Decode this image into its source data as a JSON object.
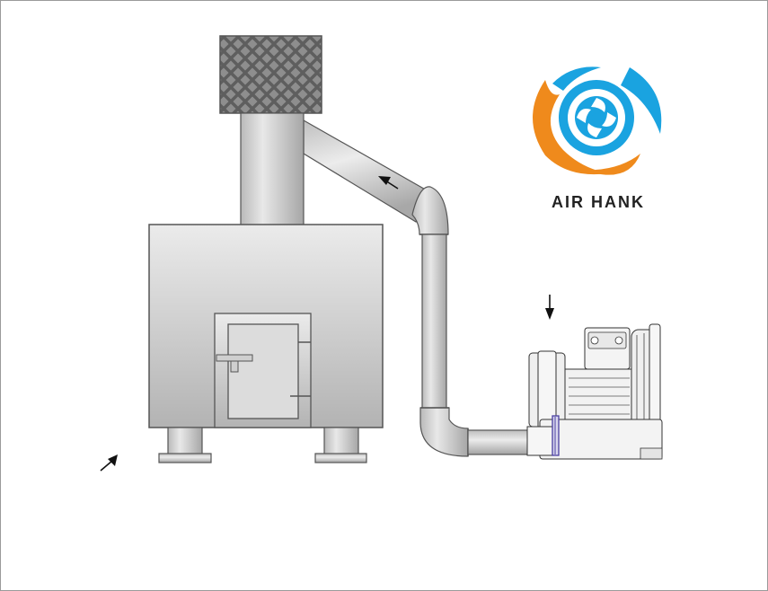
{
  "brand": {
    "name": "AIR HANK",
    "colors": {
      "blue": "#1aa3e0",
      "orange": "#ef8a1c"
    }
  },
  "diagram": {
    "components": [
      "filter-box",
      "chimney",
      "furnace",
      "furnace-door",
      "duct",
      "blower"
    ],
    "arrows": [
      "air-flow-arrow-duct",
      "blower-inlet-arrow",
      "furnace-pointer-arrow"
    ]
  },
  "colors": {
    "metal_light": "#e6e6e6",
    "metal_mid": "#c2c2c2",
    "metal_dark": "#9b9b9b",
    "outline": "#555555",
    "mesh": "#8a8a8a",
    "accent_purple": "#4a3fa0"
  }
}
